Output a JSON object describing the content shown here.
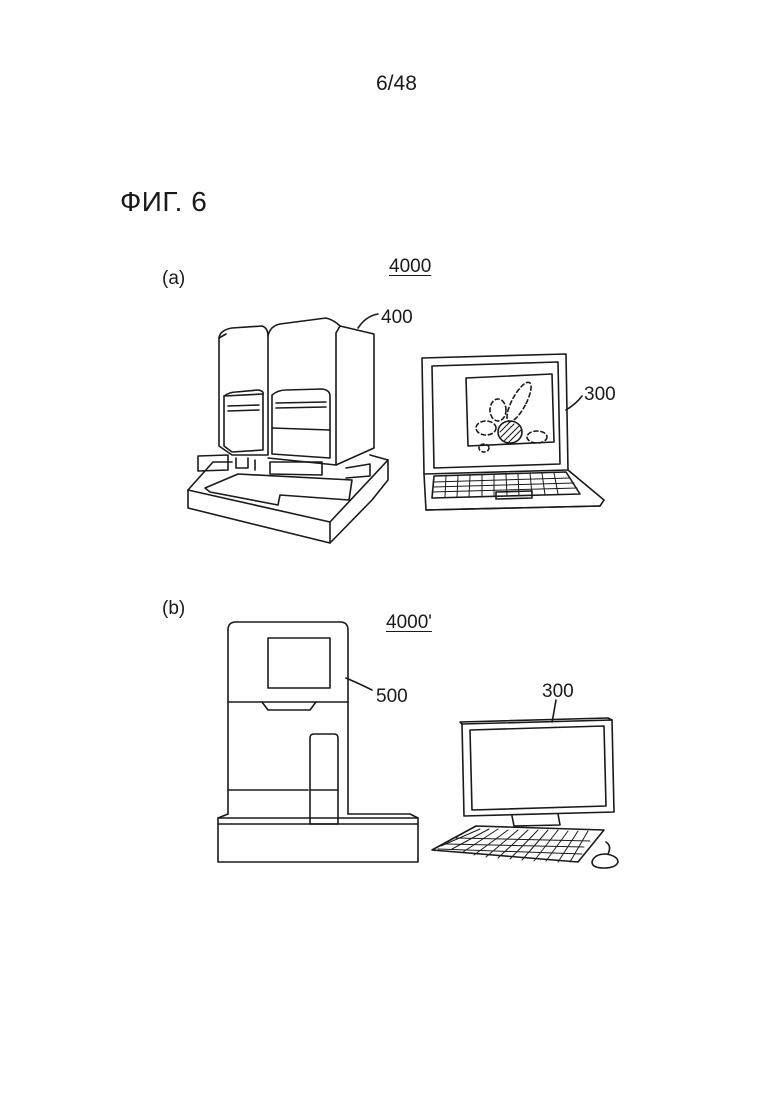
{
  "page": {
    "number": "6/48"
  },
  "figure": {
    "title": "ФИГ. 6"
  },
  "panel_a": {
    "label": "(a)",
    "system_ref": "4000",
    "analyzer_ref": "400",
    "computer_ref": "300"
  },
  "panel_b": {
    "label": "(b)",
    "system_ref": "4000'",
    "analyzer_ref": "500",
    "computer_ref": "300"
  }
}
